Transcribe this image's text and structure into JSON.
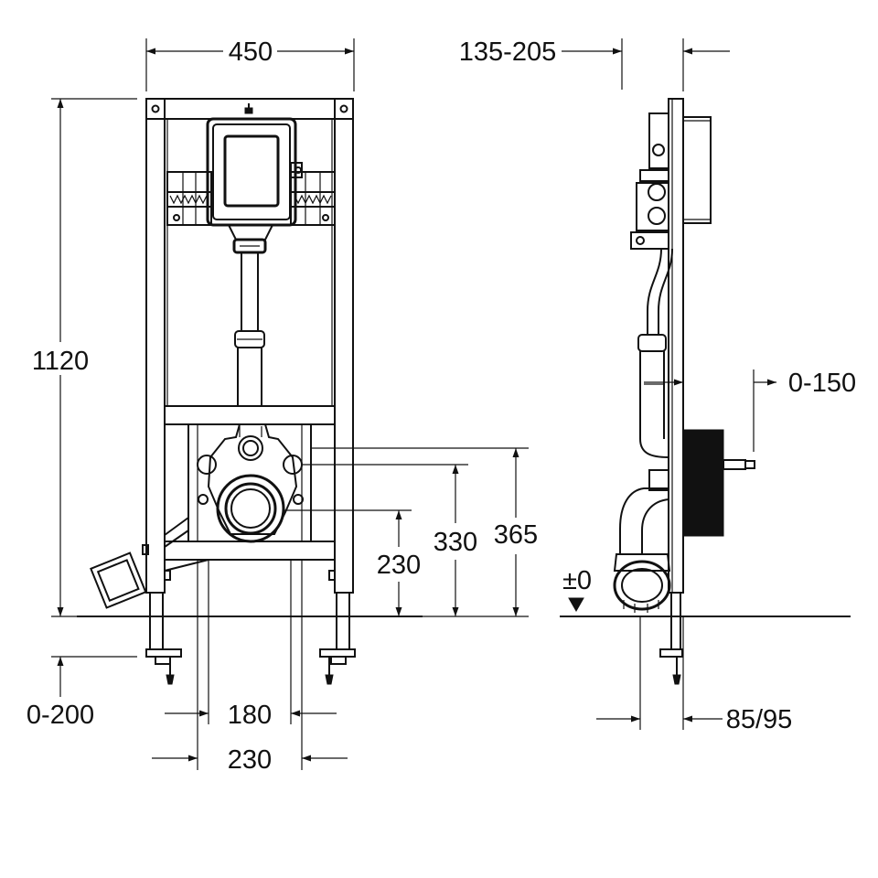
{
  "dimensions": {
    "frame_width": "450",
    "frame_height": "1120",
    "height_adjust": "0-200",
    "hole_spacing_inner": "180",
    "hole_spacing_outer": "230",
    "drain_height": "230",
    "fixing_height": "330",
    "supply_height": "365",
    "install_depth": "135-205",
    "wall_offset": "0-150",
    "floor_level": "±0",
    "drain_offset": "85/95"
  },
  "colors": {
    "line": "#111111",
    "background": "#ffffff"
  }
}
